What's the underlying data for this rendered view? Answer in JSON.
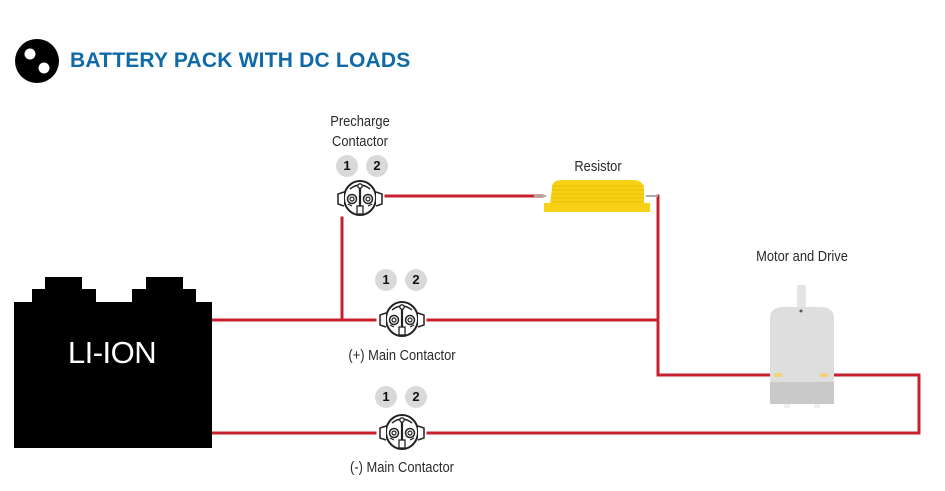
{
  "header": {
    "title": "BATTERY PACK WITH DC LOADS",
    "icon": "two-dot-circle-icon",
    "title_color": "#0f6aa8"
  },
  "components": {
    "battery": {
      "label": "LI-ION",
      "color": "#000000"
    },
    "precharge_contactor": {
      "label_line1": "Precharge",
      "label_line2": "Contactor",
      "terminals": [
        "1",
        "2"
      ]
    },
    "resistor": {
      "label": "Resistor",
      "color": "#f7d116"
    },
    "positive_main_contactor": {
      "label": "(+) Main Contactor",
      "terminals": [
        "1",
        "2"
      ]
    },
    "negative_main_contactor": {
      "label": "(-) Main Contactor",
      "terminals": [
        "1",
        "2"
      ]
    },
    "motor_drive": {
      "label": "Motor and Drive",
      "color": "#dcdcdc"
    }
  },
  "wire_color": "#c8202f"
}
